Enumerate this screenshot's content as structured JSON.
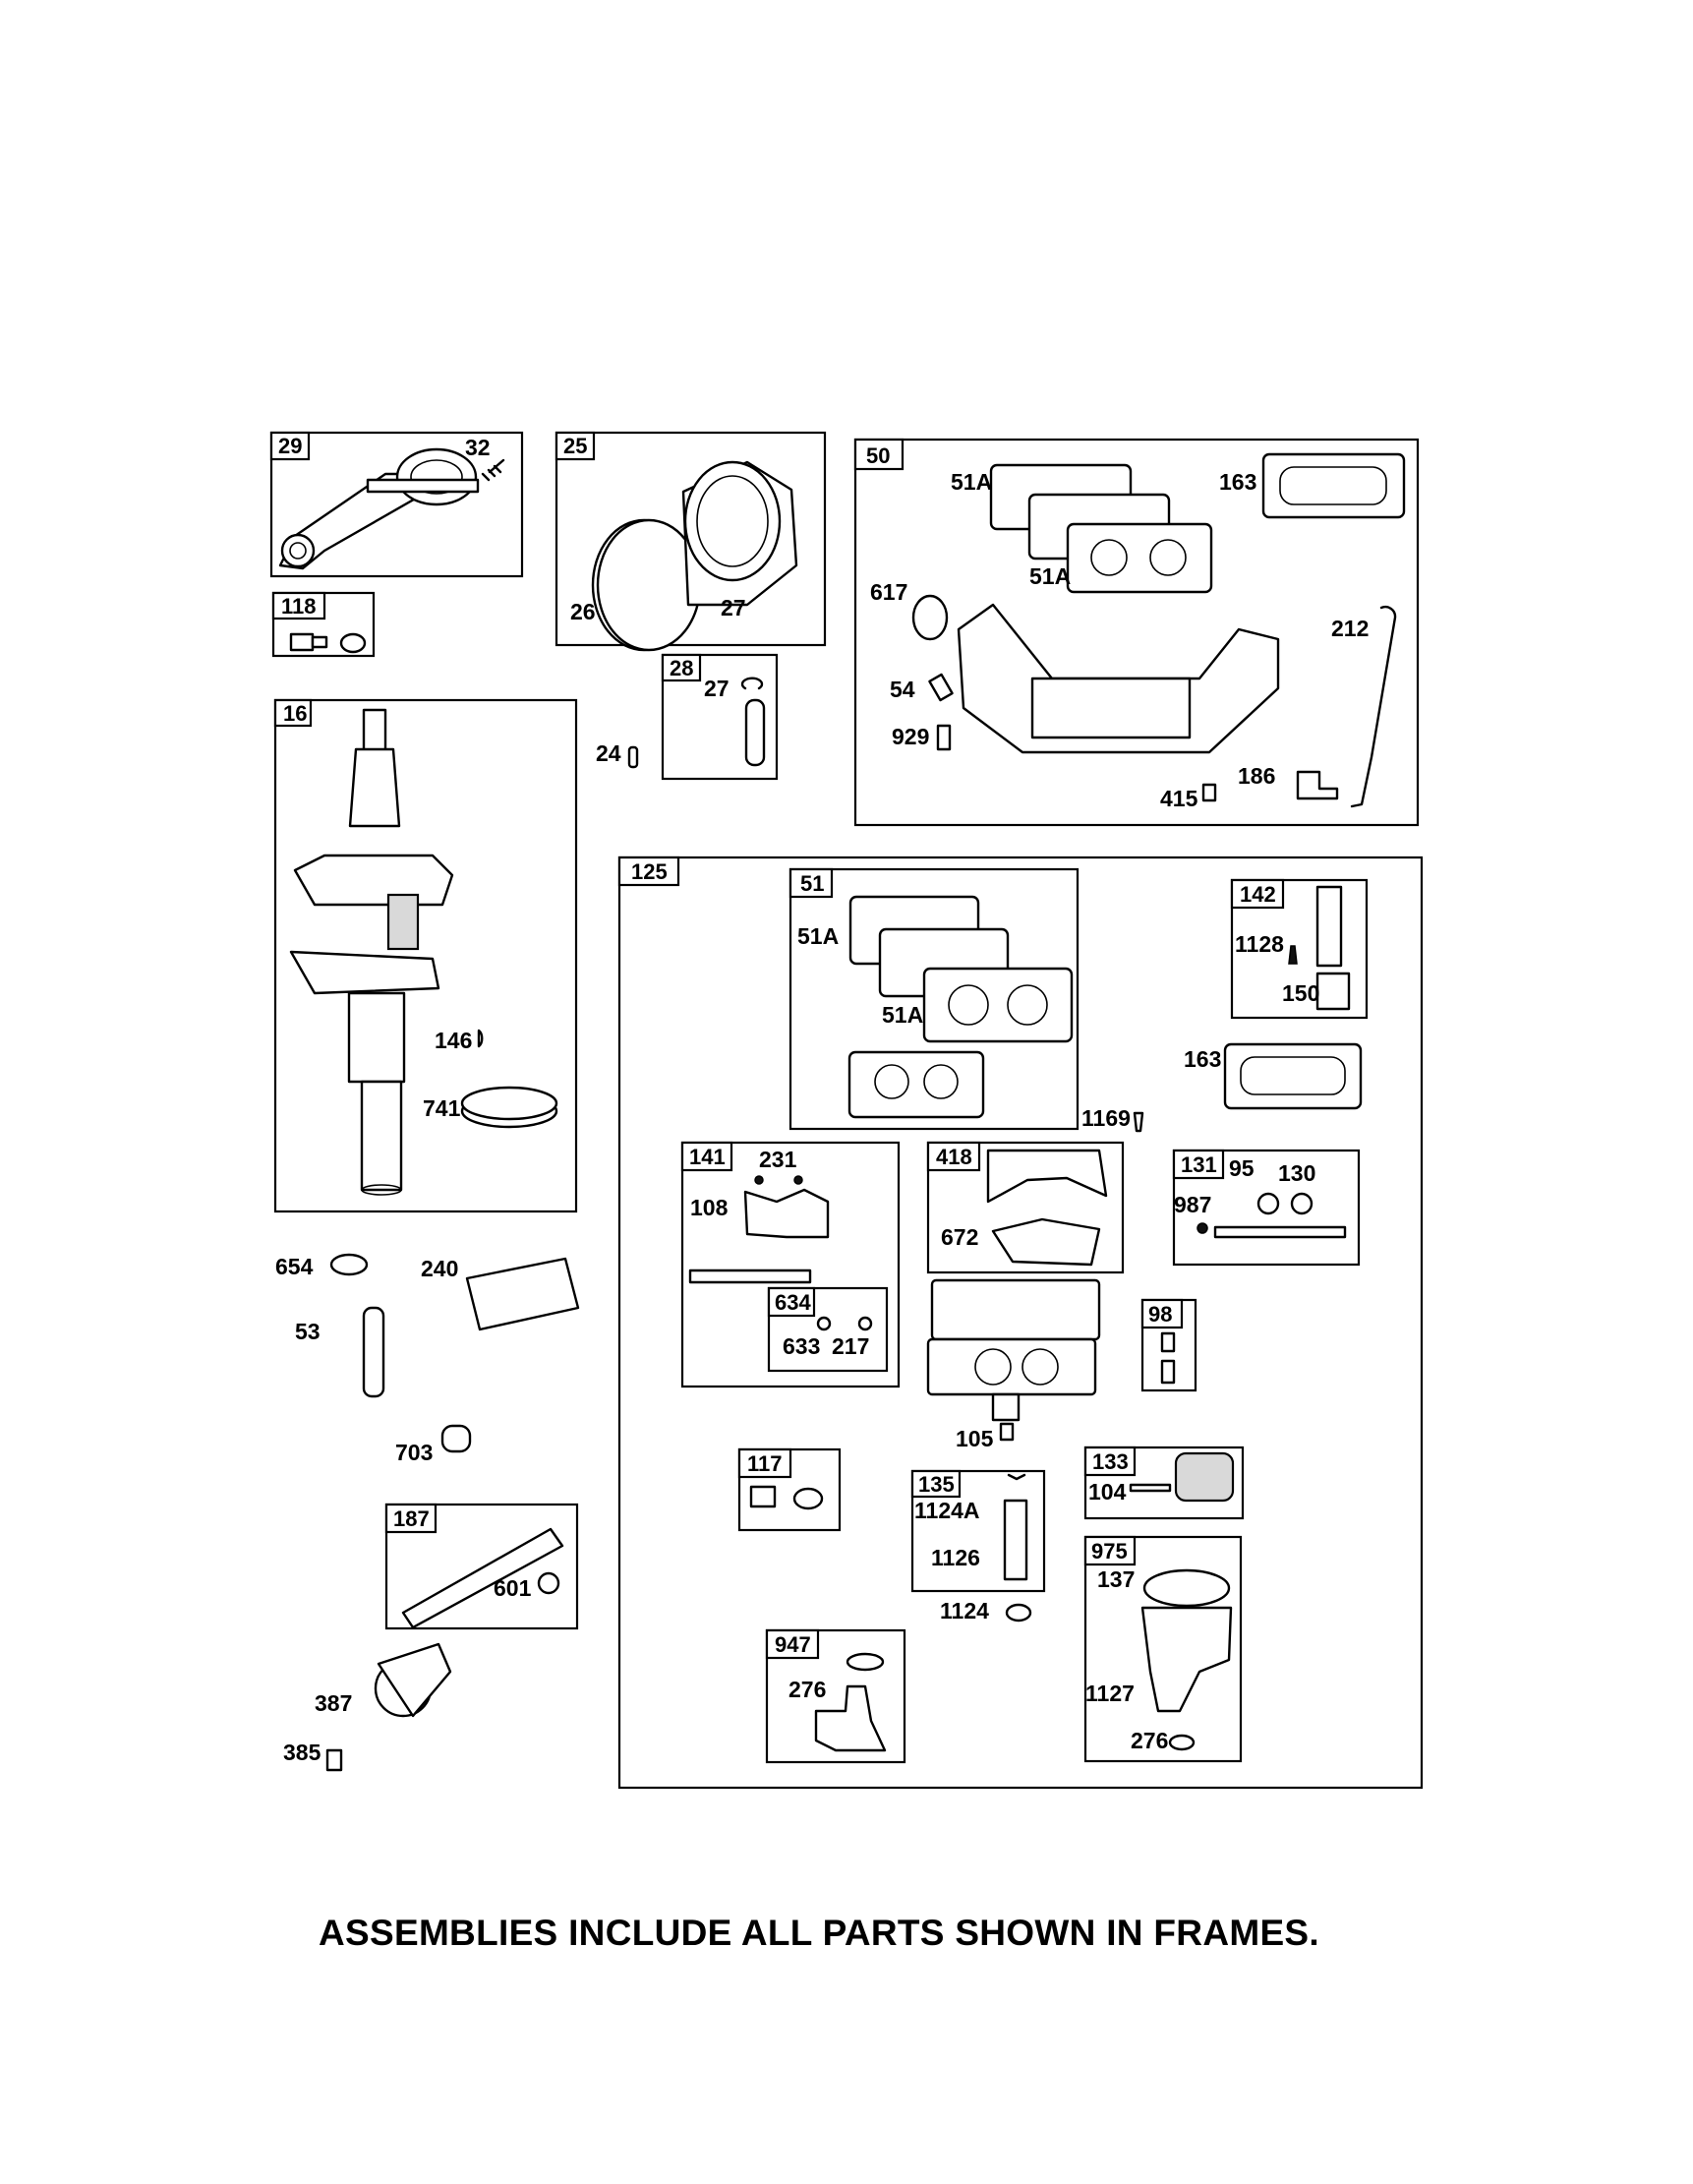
{
  "frames": {
    "f29": "29",
    "f25": "25",
    "f50": "50",
    "f118": "118",
    "f28": "28",
    "f16": "16",
    "f125": "125",
    "f51": "51",
    "f142": "142",
    "f141": "141",
    "f418": "418",
    "f131": "131",
    "f634": "634",
    "f98": "98",
    "f117": "117",
    "f135": "135",
    "f133": "133",
    "f187": "187",
    "f947": "947",
    "f975": "975"
  },
  "labels": {
    "p32": "32",
    "p26": "26",
    "p27a": "27",
    "p27b": "27",
    "p24": "24",
    "p51a1": "51A",
    "p51a2": "51A",
    "p163a": "163",
    "p617": "617",
    "p212": "212",
    "p54": "54",
    "p929": "929",
    "p186": "186",
    "p415": "415",
    "p146": "146",
    "p741": "741",
    "p51a3": "51A",
    "p51a4": "51A",
    "p1128": "1128",
    "p150": "150",
    "p163b": "163",
    "p1169": "1169",
    "p231": "231",
    "p108": "108",
    "p672": "672",
    "p95": "95",
    "p130": "130",
    "p987": "987",
    "p633": "633",
    "p217": "217",
    "p1051": "105",
    "p654": "654",
    "p240": "240",
    "p53": "53",
    "p703": "703",
    "p601": "601",
    "p387": "387",
    "p385": "385",
    "p1124a": "1124A",
    "p1126": "1126",
    "p1124": "1124",
    "p104": "104",
    "p137": "137",
    "p1127": "1127",
    "p276a": "276",
    "p276b": "276"
  },
  "caption": "ASSEMBLIES INCLUDE ALL PARTS SHOWN IN FRAMES."
}
